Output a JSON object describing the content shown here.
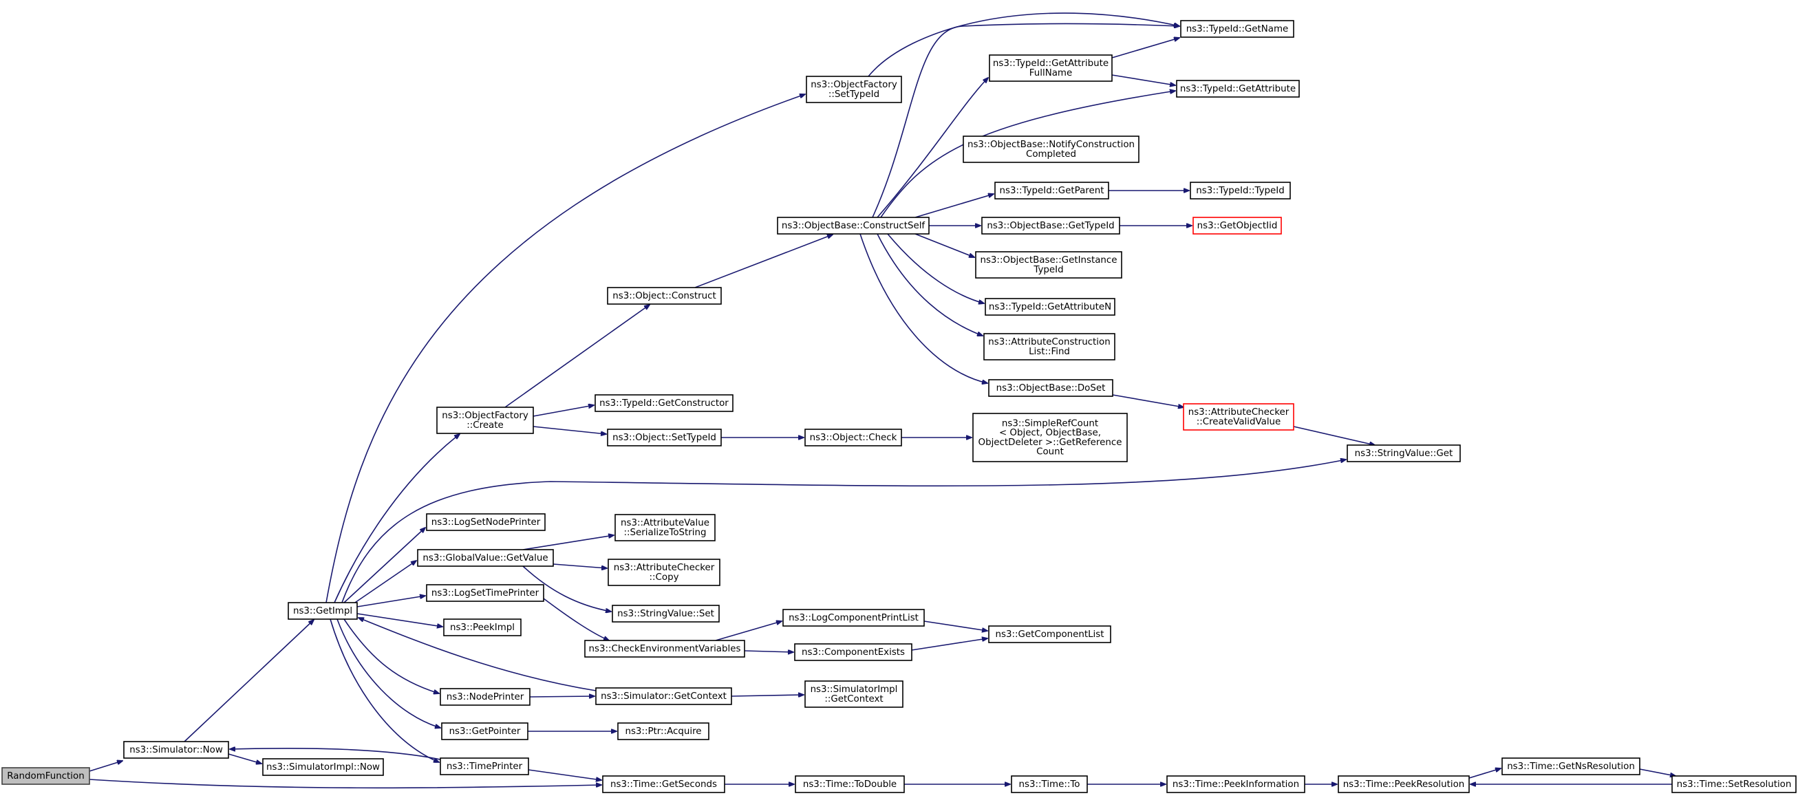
{
  "nodes": [
    {
      "id": "randomfunction",
      "lines": [
        "RandomFunction"
      ],
      "style": "root"
    },
    {
      "id": "simulator-now",
      "lines": [
        "ns3::Simulator::Now"
      ]
    },
    {
      "id": "simulatorimpl-now",
      "lines": [
        "ns3::SimulatorImpl::Now"
      ]
    },
    {
      "id": "getimpl",
      "lines": [
        "ns3::GetImpl"
      ]
    },
    {
      "id": "time-getseconds",
      "lines": [
        "ns3::Time::GetSeconds"
      ]
    },
    {
      "id": "time-todouble",
      "lines": [
        "ns3::Time::ToDouble"
      ]
    },
    {
      "id": "time-to",
      "lines": [
        "ns3::Time::To"
      ]
    },
    {
      "id": "time-peekinformation",
      "lines": [
        "ns3::Time::PeekInformation"
      ]
    },
    {
      "id": "time-peekresolution",
      "lines": [
        "ns3::Time::PeekResolution"
      ]
    },
    {
      "id": "time-getnsresolution",
      "lines": [
        "ns3::Time::GetNsResolution"
      ]
    },
    {
      "id": "time-setresolution",
      "lines": [
        "ns3::Time::SetResolution"
      ]
    },
    {
      "id": "objectfactory-settypeid",
      "lines": [
        "ns3::ObjectFactory",
        "::SetTypeId"
      ]
    },
    {
      "id": "objectfactory-create",
      "lines": [
        "ns3::ObjectFactory",
        "::Create"
      ]
    },
    {
      "id": "logsetnodeprinter",
      "lines": [
        "ns3::LogSetNodePrinter"
      ]
    },
    {
      "id": "globalvalue-getvalue",
      "lines": [
        "ns3::GlobalValue::GetValue"
      ]
    },
    {
      "id": "logsettimeprinter",
      "lines": [
        "ns3::LogSetTimePrinter"
      ]
    },
    {
      "id": "peekimpl",
      "lines": [
        "ns3::PeekImpl"
      ]
    },
    {
      "id": "nodeprinter",
      "lines": [
        "ns3::NodePrinter"
      ]
    },
    {
      "id": "getpointer",
      "lines": [
        "ns3::GetPointer"
      ]
    },
    {
      "id": "timeprinter",
      "lines": [
        "ns3::TimePrinter"
      ]
    },
    {
      "id": "object-construct",
      "lines": [
        "ns3::Object::Construct"
      ]
    },
    {
      "id": "typeid-getconstructor",
      "lines": [
        "ns3::TypeId::GetConstructor"
      ]
    },
    {
      "id": "object-settypeid",
      "lines": [
        "ns3::Object::SetTypeId"
      ]
    },
    {
      "id": "attributevalue-serializetostring",
      "lines": [
        "ns3::AttributeValue",
        "::SerializeToString"
      ]
    },
    {
      "id": "attributechecker-copy",
      "lines": [
        "ns3::AttributeChecker",
        "::Copy"
      ]
    },
    {
      "id": "stringvalue-set",
      "lines": [
        "ns3::StringValue::Set"
      ]
    },
    {
      "id": "checkenvironmentvariables",
      "lines": [
        "ns3::CheckEnvironmentVariables"
      ]
    },
    {
      "id": "simulator-getcontext",
      "lines": [
        "ns3::Simulator::GetContext"
      ]
    },
    {
      "id": "ptr-acquire",
      "lines": [
        "ns3::Ptr::Acquire"
      ]
    },
    {
      "id": "objectbase-constructself",
      "lines": [
        "ns3::ObjectBase::ConstructSelf"
      ]
    },
    {
      "id": "object-check",
      "lines": [
        "ns3::Object::Check"
      ]
    },
    {
      "id": "logcomponentprintlist",
      "lines": [
        "ns3::LogComponentPrintList"
      ]
    },
    {
      "id": "componentexists",
      "lines": [
        "ns3::ComponentExists"
      ]
    },
    {
      "id": "simulatorimpl-getcontext",
      "lines": [
        "ns3::SimulatorImpl",
        "::GetContext"
      ]
    },
    {
      "id": "typeid-getattributefullname",
      "lines": [
        "ns3::TypeId::GetAttribute",
        "FullName"
      ]
    },
    {
      "id": "objectbase-notifyconstructioncompleted",
      "lines": [
        "ns3::ObjectBase::NotifyConstruction",
        "Completed"
      ]
    },
    {
      "id": "typeid-getparent",
      "lines": [
        "ns3::TypeId::GetParent"
      ]
    },
    {
      "id": "objectbase-gettypeid",
      "lines": [
        "ns3::ObjectBase::GetTypeId"
      ]
    },
    {
      "id": "objectbase-getinstancetypeid",
      "lines": [
        "ns3::ObjectBase::GetInstance",
        "TypeId"
      ]
    },
    {
      "id": "typeid-getattributen",
      "lines": [
        "ns3::TypeId::GetAttributeN"
      ]
    },
    {
      "id": "attributeconstructionlist-find",
      "lines": [
        "ns3::AttributeConstruction",
        "List::Find"
      ]
    },
    {
      "id": "objectbase-doset",
      "lines": [
        "ns3::ObjectBase::DoSet"
      ]
    },
    {
      "id": "simplerefcount-getreferencecount",
      "lines": [
        "ns3::SimpleRefCount",
        "< Object, ObjectBase,",
        "ObjectDeleter >::GetReference",
        "Count"
      ]
    },
    {
      "id": "getcomponentlist",
      "lines": [
        "ns3::GetComponentList"
      ]
    },
    {
      "id": "typeid-getname",
      "lines": [
        "ns3::TypeId::GetName"
      ]
    },
    {
      "id": "typeid-getattribute",
      "lines": [
        "ns3::TypeId::GetAttribute"
      ]
    },
    {
      "id": "typeid-typeid",
      "lines": [
        "ns3::TypeId::TypeId"
      ]
    },
    {
      "id": "getobjectiid",
      "lines": [
        "ns3::GetObjectIid"
      ],
      "style": "red"
    },
    {
      "id": "attributechecker-createvalidvalue",
      "lines": [
        "ns3::AttributeChecker",
        "::CreateValidValue"
      ],
      "style": "red"
    },
    {
      "id": "stringvalue-get",
      "lines": [
        "ns3::StringValue::Get"
      ]
    }
  ]
}
